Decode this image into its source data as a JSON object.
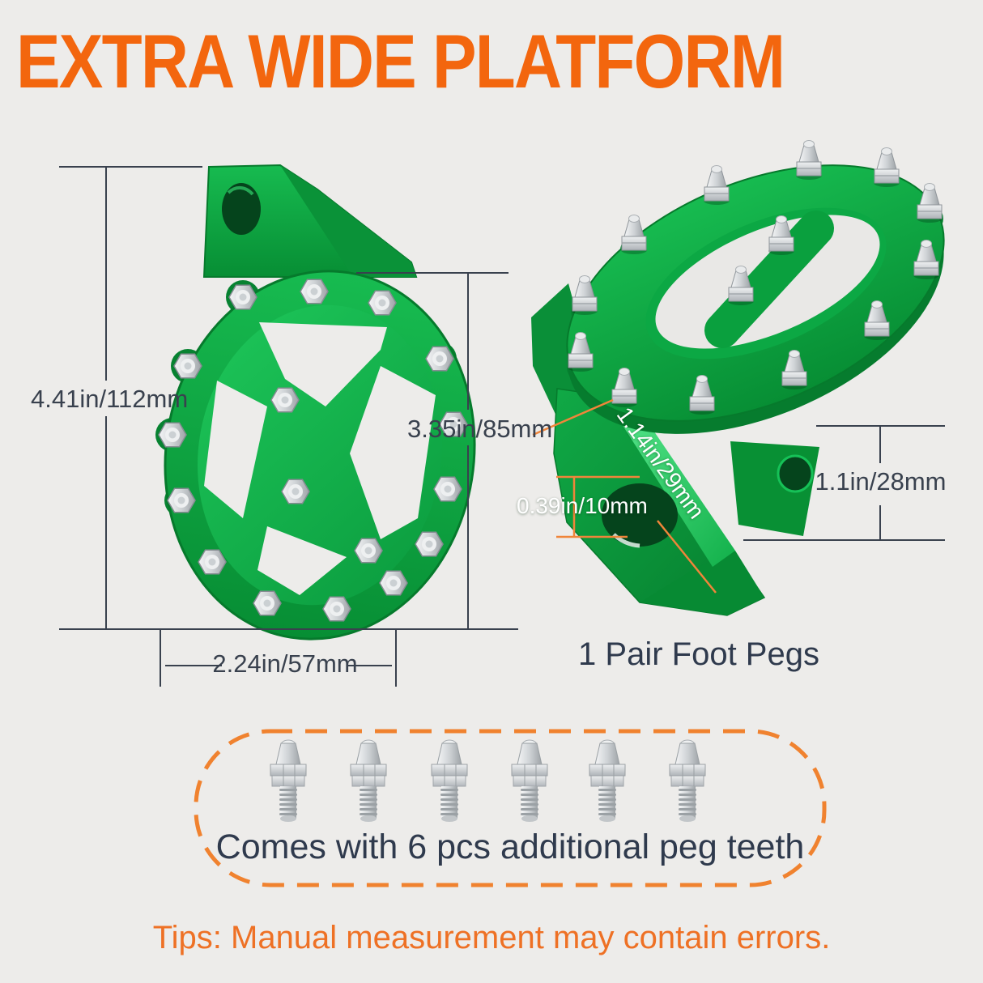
{
  "header": {
    "title": "EXTRA WIDE PLATFORM"
  },
  "dimensions": {
    "top_view_height": "4.41in/112mm",
    "top_view_platform": "3.35in/85mm",
    "top_view_width": "2.24in/57mm",
    "side_view_boss_width": "1.14in/29mm",
    "side_view_hole": "0.39in/10mm",
    "side_view_mount_height": "1.1in/28mm"
  },
  "captions": {
    "pair": "1 Pair Foot Pegs",
    "comes_with": "Comes with 6 pcs additional peg teeth",
    "tips": "Tips: Manual measurement may contain errors."
  },
  "included_parts": {
    "teeth_count": 6
  },
  "icons": {
    "footpeg_top_view": "footpeg-top-view-illustration",
    "footpeg_3d_view": "footpeg-3d-view-illustration",
    "peg_tooth_bolt": "peg-tooth-bolt-icon"
  },
  "colors": {
    "background": "#edecea",
    "title_orange": "#f3660e",
    "tips_orange": "#ee7125",
    "annotation_orange": "#f0853a",
    "dashed_border_orange": "#f0822f",
    "dimension_text": "#39414e",
    "caption_text": "#2f3a4d",
    "peg_green": "#0aa03e",
    "peg_green_dark": "#067a2c",
    "peg_green_light": "#3ddf75",
    "silver": "#d9dcde"
  }
}
